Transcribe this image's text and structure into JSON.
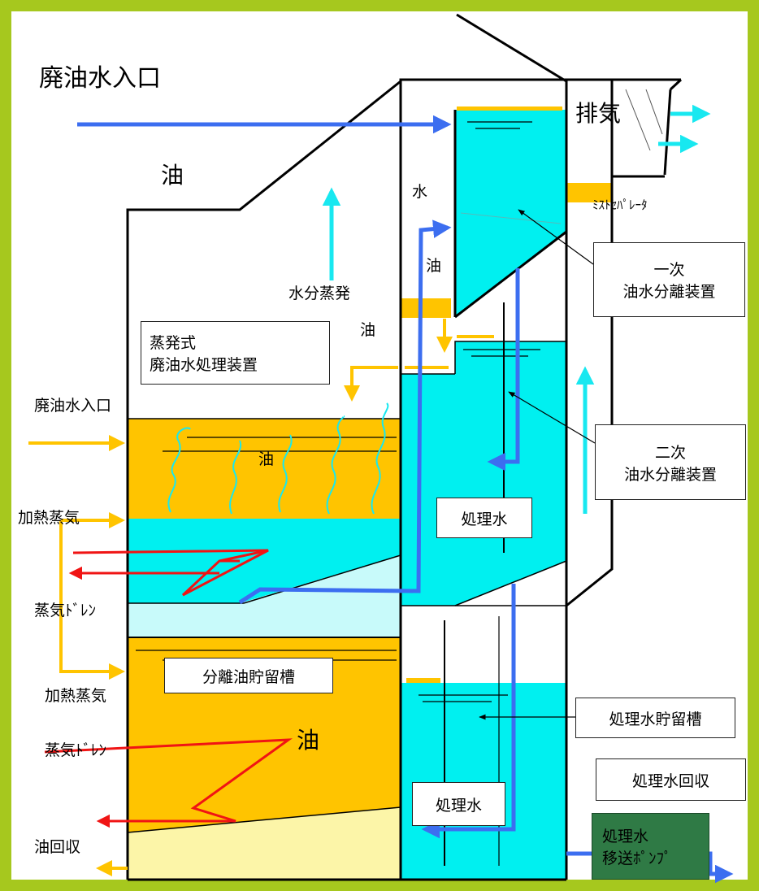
{
  "colors": {
    "frame": "#a6c81e",
    "water": "#00f0f0",
    "oil": "#ffc400",
    "light_water": "#c8fafa",
    "light_oil": "#fcf5a8",
    "pipe_blue": "#3c6ef0",
    "steam_red": "#f01414",
    "vapor_cyan": "#18e8f0",
    "pump_green": "#2f7a45"
  },
  "labels": {
    "waste_inlet_top": "廃油水入口",
    "exhaust": "排気",
    "oil_top": "油",
    "water_top": "水",
    "oil_mid": "油",
    "mist_separator": "ﾐｽﾄｾﾊﾟﾚｰﾀ",
    "water_evaporation": "水分蒸発",
    "oil_small": "油",
    "waste_inlet_left": "廃油水入口",
    "oil_in_tank": "油",
    "heating_steam_1": "加熱蒸気",
    "steam_drain_1": "蒸気ﾄﾞﾚﾝ",
    "heating_steam_2": "加熱蒸気",
    "oil_lower": "油",
    "steam_drain_2": "蒸気ﾄﾞﾚﾝ",
    "oil_recovery": "油回収"
  },
  "boxes": {
    "primary_separator": "一次\n油水分離装置",
    "evaporative_unit": "蒸発式\n廃油水処理装置",
    "secondary_separator": "二次\n油水分離装置",
    "treated_water_mid": "処理水",
    "separated_oil_tank": "分離油貯留槽",
    "treated_water_tank": "処理水貯留槽",
    "treated_water_recovery": "処理水回収",
    "treated_water_low": "処理水",
    "transfer_pump": "処理水\n移送ﾎﾟﾝﾌﾟ"
  }
}
